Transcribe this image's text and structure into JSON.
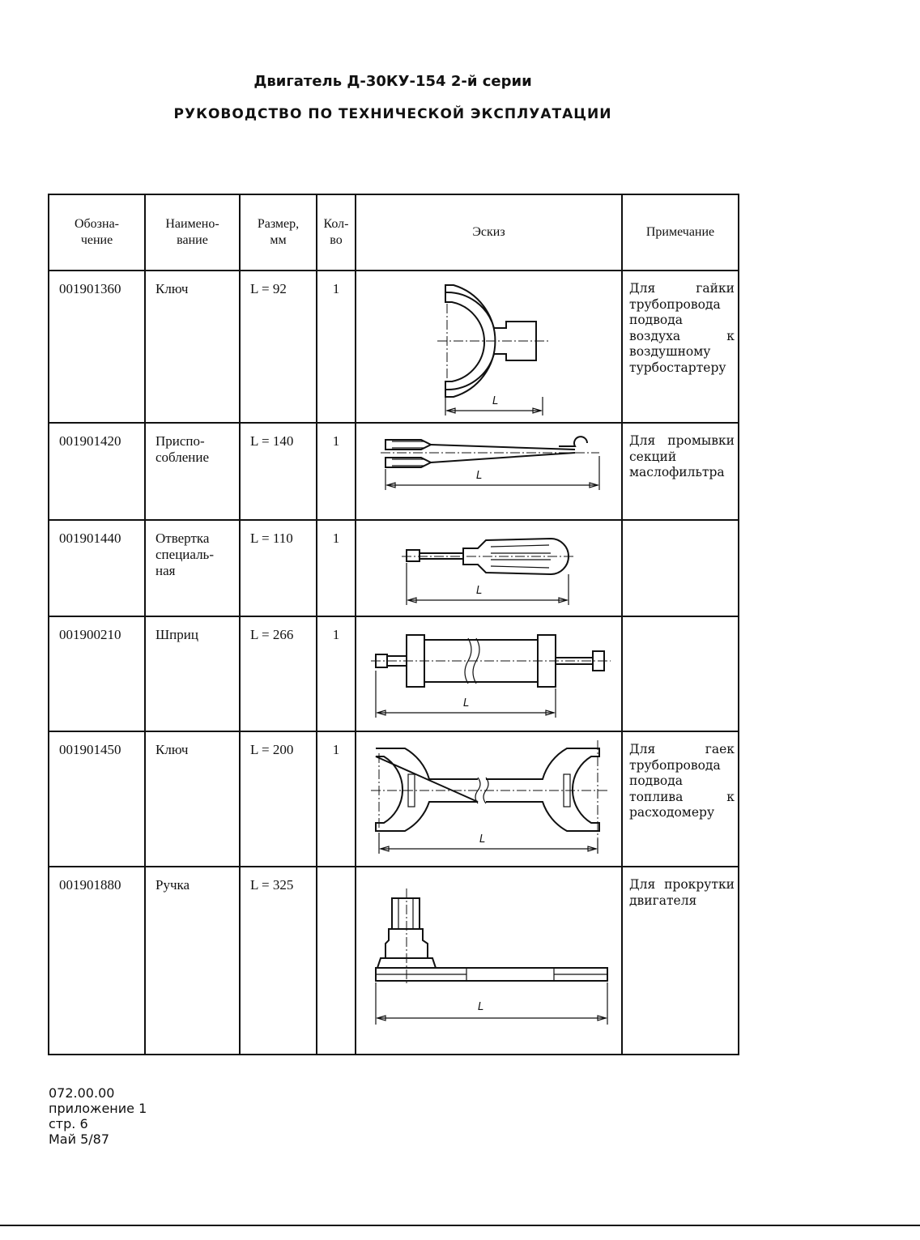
{
  "header": {
    "title": "Двигатель Д-30КУ-154 2-й серии",
    "subtitle": "РУКОВОДСТВО ПО ТЕХНИЧЕСКОЙ ЭКСПЛУАТАЦИИ"
  },
  "table": {
    "columns": {
      "designation": [
        "Обозна-",
        "чение"
      ],
      "name": [
        "Наимено-",
        "вание"
      ],
      "size": [
        "Размер,",
        "мм"
      ],
      "qty": [
        "Кол-",
        "во"
      ],
      "sketch": "Эскиз",
      "note": "Примечание"
    },
    "rows": [
      {
        "designation": "001901360",
        "name": "Ключ",
        "size": "L = 92",
        "qty": "1",
        "sketch": "wrench-c-icon",
        "sketch_label": "L",
        "note": "Для гайки трубопровода подвода воздуха к воздушному турбостартеру"
      },
      {
        "designation": "001901420",
        "name": "Приспо-собление",
        "size": "L = 140",
        "qty": "1",
        "sketch": "tongs-icon",
        "sketch_label": "L",
        "note": "Для промывки секций маслофильтра"
      },
      {
        "designation": "001901440",
        "name": "Отвертка специаль-ная",
        "size": "L = 110",
        "qty": "1",
        "sketch": "screwdriver-icon",
        "sketch_label": "L",
        "note": ""
      },
      {
        "designation": "001900210",
        "name": "Шприц",
        "size": "L = 266",
        "qty": "1",
        "sketch": "syringe-icon",
        "sketch_label": "L",
        "note": ""
      },
      {
        "designation": "001901450",
        "name": "Ключ",
        "size": "L = 200",
        "qty": "1",
        "sketch": "double-wrench-icon",
        "sketch_label": "L",
        "note": "Для гаек трубопровода подвода топлива к расходомеру"
      },
      {
        "designation": "001901880",
        "name": "Ручка",
        "size": "L = 325",
        "qty": "",
        "sketch": "crank-handle-icon",
        "sketch_label": "L",
        "note": "Для прокрутки двигателя"
      }
    ]
  },
  "footer": {
    "doc_number": "072.00.00",
    "appendix": "приложение 1",
    "page": "стр. 6",
    "date": "Май 5/87"
  }
}
